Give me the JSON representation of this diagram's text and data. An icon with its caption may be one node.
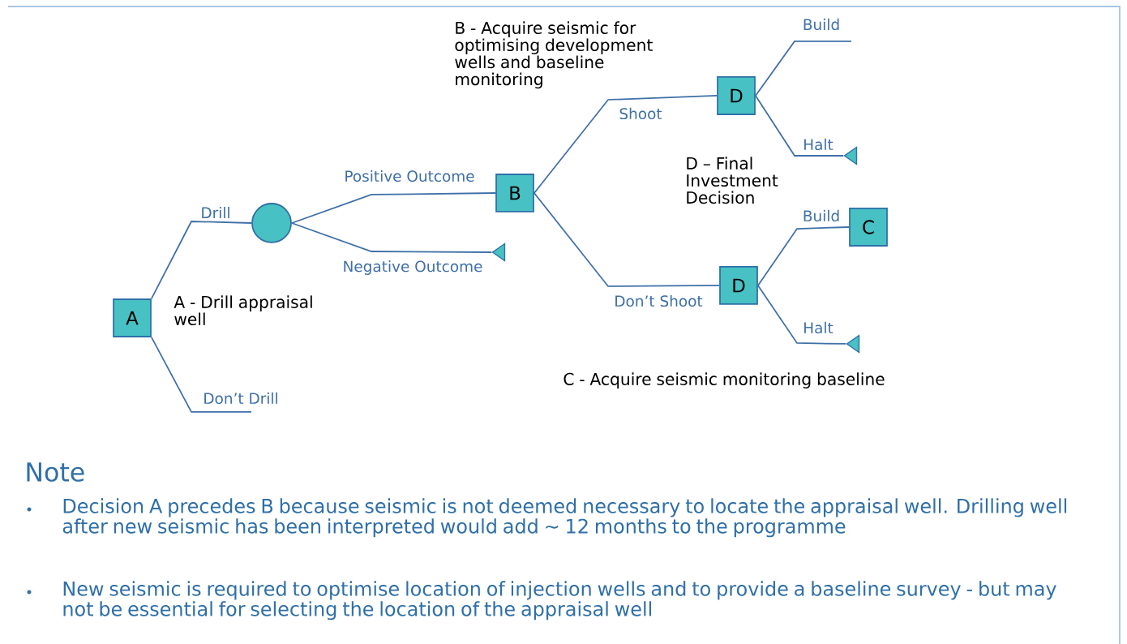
{
  "diagram": {
    "nodes": [
      {
        "text": [
          "A"
        ]
      },
      {
        "text": [],
        "shape": "circle"
      },
      {
        "text": [
          "B"
        ]
      },
      {
        "text": [
          "D"
        ]
      },
      {
        "text": [
          "D"
        ]
      },
      {
        "text": [
          "C"
        ]
      },
      {
        "text": [],
        "shape": "triangle"
      },
      {
        "text": [],
        "shape": "triangle"
      },
      {
        "text": [],
        "shape": "triangle"
      }
    ],
    "edges": [
      {
        "from": 0,
        "to": 1,
        "arrow": "none",
        "label": "Drill"
      },
      {
        "from": 0,
        "to": null,
        "arrow": "none",
        "label": "Don’t Drill"
      },
      {
        "from": 1,
        "to": 2,
        "arrow": "none",
        "label": "Positive Outcome"
      },
      {
        "from": 1,
        "to": 6,
        "arrow": "none",
        "label": "Negative Outcome"
      },
      {
        "from": 2,
        "to": 3,
        "arrow": "none",
        "label": "Shoot"
      },
      {
        "from": 2,
        "to": 4,
        "arrow": "none",
        "label": "Don’t Shoot"
      },
      {
        "from": 3,
        "to": null,
        "arrow": "none",
        "label": "Build"
      },
      {
        "from": 3,
        "to": 7,
        "arrow": "none",
        "label": "Halt"
      },
      {
        "from": 4,
        "to": 5,
        "arrow": "none",
        "label": "Build"
      },
      {
        "from": 4,
        "to": 8,
        "arrow": "none",
        "label": "Halt"
      }
    ],
    "labels": [
      "B - Acquire seismic for optimising development wells and baseline monitoring",
      "D – Final Investment Decision",
      "A - Drill appraisal well",
      "C - Acquire seismic monitoring baseline",
      "Note",
      "Decision A precedes B because seismic is not deemed necessary to locate the appraisal well. Drilling well after new seismic has been interpreted would add ~ 12 months to the programme",
      "New seismic is required to optimise location of injection wells and to provide a baseline survey - but may not be essential for selecting the location of the appraisal well"
    ]
  }
}
